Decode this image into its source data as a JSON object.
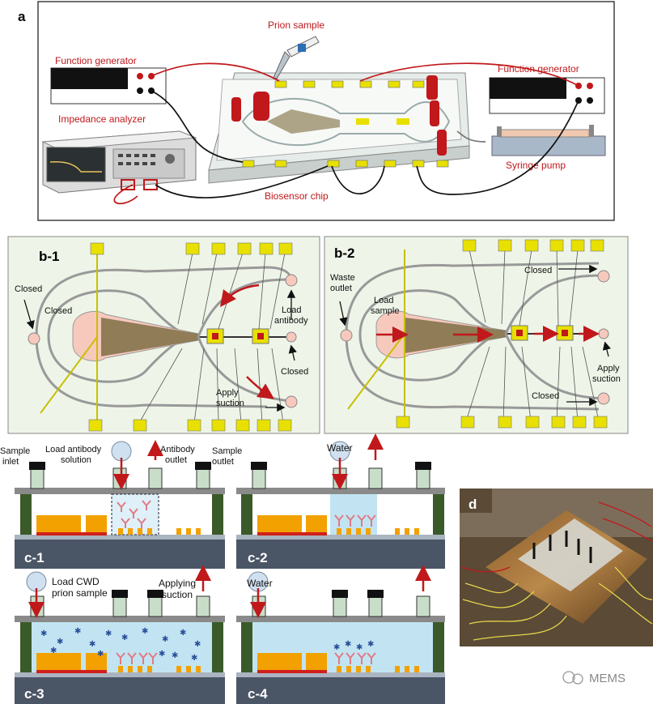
{
  "panel_a": {
    "letter": "a",
    "function_generator_left": "Function generator",
    "prion_sample": "Prion sample",
    "function_generator_right": "Function generator",
    "impedance_analyzer": "Impedance analyzer",
    "syringe_pump": "Syringe pump",
    "biosensor_chip": "Biosensor chip"
  },
  "panel_b1": {
    "letter": "b-1",
    "closed_left": "Closed",
    "closed_inner": "Closed",
    "load_antibody": [
      "Load",
      "antibody"
    ],
    "closed_right": "Closed",
    "apply_suction": [
      "Apply",
      "suction"
    ]
  },
  "panel_b2": {
    "letter": "b-2",
    "waste_outlet": [
      "Waste",
      "outlet"
    ],
    "load_sample": [
      "Load",
      "sample"
    ],
    "closed_top": "Closed",
    "apply_suction": [
      "Apply",
      "suction"
    ],
    "closed_bottom": "Closed"
  },
  "panel_c": {
    "c1": {
      "letter": "c-1",
      "sample_inlet": [
        "Sample",
        "inlet"
      ],
      "load_antibody_solution": [
        "Load antibody",
        "solution"
      ],
      "antibody_outlet": [
        "Antibody",
        "outlet"
      ],
      "sample_outlet": [
        "Sample",
        "outlet"
      ]
    },
    "c2": {
      "letter": "c-2",
      "water": "Water"
    },
    "c3": {
      "letter": "c-3",
      "load_cwd": [
        "Load CWD",
        "prion sample"
      ],
      "applying_suction": [
        "Applying",
        "suction"
      ]
    },
    "c4": {
      "letter": "c-4",
      "water": "Water"
    }
  },
  "panel_d": {
    "letter": "d"
  },
  "watermark": "MEMS",
  "colors": {
    "accent_red": "#c0181b",
    "chip_yellow": "#e8e000",
    "panel_bg": "#eef5e8",
    "fluid_blue": "#bde3f2",
    "electrode_orange": "#f2a100"
  }
}
